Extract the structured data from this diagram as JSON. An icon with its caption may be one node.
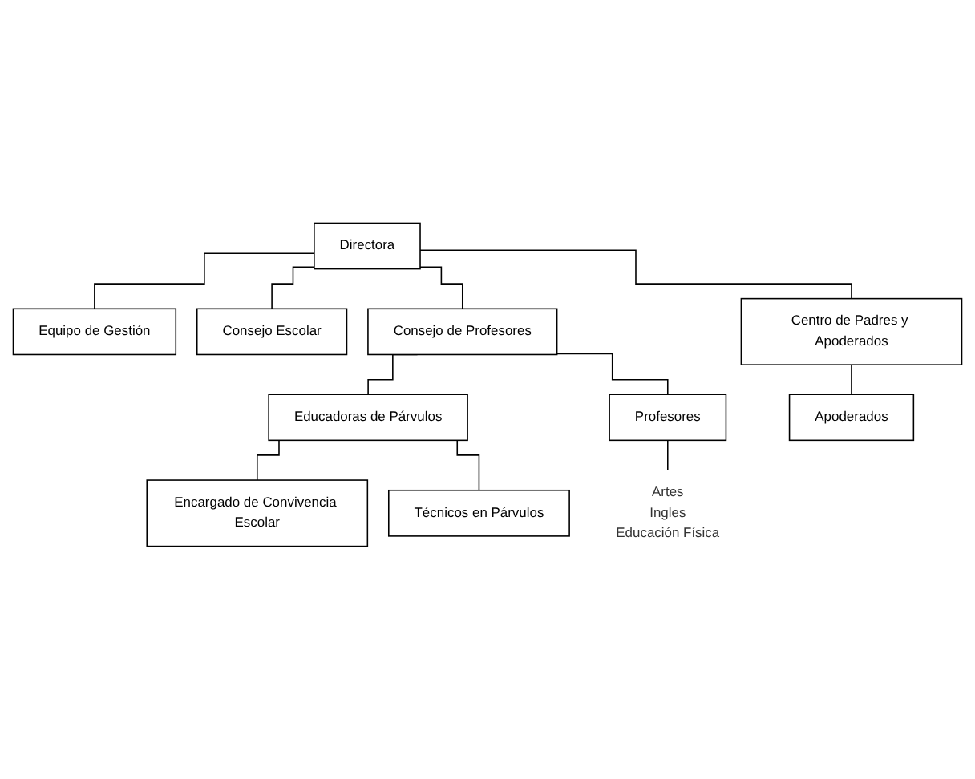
{
  "diagram": {
    "nodes": [
      {
        "text": [
          "Directora"
        ]
      },
      {
        "text": [
          "Equipo de Gestión"
        ]
      },
      {
        "text": [
          "Consejo Escolar"
        ]
      },
      {
        "text": [
          "Consejo de Profesores"
        ]
      },
      {
        "text": [
          "Centro de Padres y Apoderados"
        ]
      },
      {
        "text": [
          "Encargado de Convivencia Escolar"
        ]
      },
      {
        "text": [
          "Educadoras de Párvulos"
        ]
      },
      {
        "text": [
          "Profesores"
        ],
        "beside": [
          "Artes",
          "Ingles",
          "Educación Física"
        ]
      },
      {
        "text": [
          "Apoderados"
        ]
      },
      {
        "text": [
          "Técnicos en Párvulos"
        ]
      }
    ],
    "edges": [
      {
        "from": 0,
        "to": 1,
        "arrow": "none"
      },
      {
        "from": 0,
        "to": 2,
        "arrow": "none"
      },
      {
        "from": 0,
        "to": 3,
        "arrow": "none"
      },
      {
        "from": 0,
        "to": 4,
        "arrow": "none"
      },
      {
        "from": 3,
        "to": 6,
        "arrow": "none"
      },
      {
        "from": 3,
        "to": 7,
        "arrow": "none"
      },
      {
        "from": 4,
        "to": 8,
        "arrow": "none"
      },
      {
        "from": 6,
        "to": 5,
        "arrow": "none"
      },
      {
        "from": 6,
        "to": 9,
        "arrow": "none"
      }
    ]
  }
}
